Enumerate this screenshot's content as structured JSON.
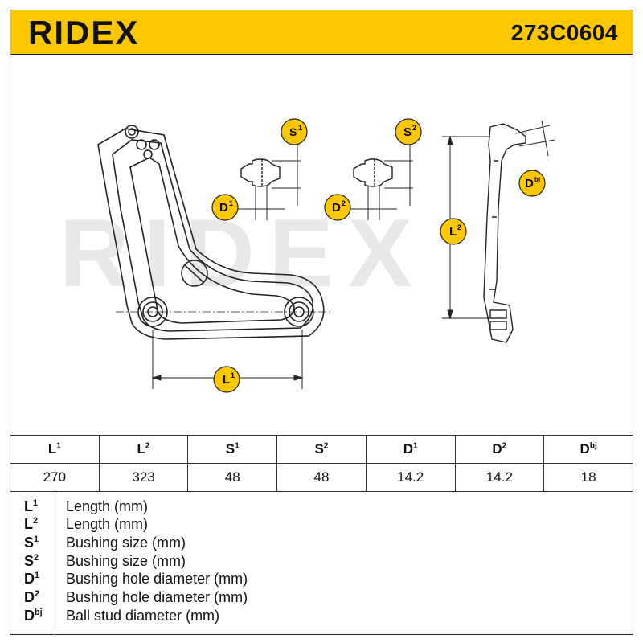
{
  "header": {
    "brand": "RIDEX",
    "part_number": "273C0604"
  },
  "watermark": "RIDEX",
  "diagram_labels": {
    "s1": {
      "base": "S",
      "sup": "1"
    },
    "s2": {
      "base": "S",
      "sup": "2"
    },
    "d1": {
      "base": "D",
      "sup": "1"
    },
    "d2": {
      "base": "D",
      "sup": "2"
    },
    "l1": {
      "base": "L",
      "sup": "1"
    },
    "l2": {
      "base": "L",
      "sup": "2"
    },
    "dbj": {
      "base": "D",
      "sup": "bj"
    }
  },
  "dimensions": {
    "columns": [
      {
        "base": "L",
        "sup": "1",
        "value": "270"
      },
      {
        "base": "L",
        "sup": "2",
        "value": "323"
      },
      {
        "base": "S",
        "sup": "1",
        "value": "48"
      },
      {
        "base": "S",
        "sup": "2",
        "value": "48"
      },
      {
        "base": "D",
        "sup": "1",
        "value": "14.2"
      },
      {
        "base": "D",
        "sup": "2",
        "value": "14.2"
      },
      {
        "base": "D",
        "sup": "bj",
        "value": "18"
      }
    ]
  },
  "legend": [
    {
      "base": "L",
      "sup": "1",
      "desc": "Length (mm)"
    },
    {
      "base": "L",
      "sup": "2",
      "desc": "Length (mm)"
    },
    {
      "base": "S",
      "sup": "1",
      "desc": "Bushing size (mm)"
    },
    {
      "base": "S",
      "sup": "2",
      "desc": "Bushing size (mm)"
    },
    {
      "base": "D",
      "sup": "1",
      "desc": "Bushing hole diameter (mm)"
    },
    {
      "base": "D",
      "sup": "2",
      "desc": "Bushing hole diameter (mm)"
    },
    {
      "base": "D",
      "sup": "bj",
      "desc": "Ball stud diameter (mm)"
    }
  ],
  "colors": {
    "brand_yellow": "#fbc800",
    "watermark_gray": "#e6e6e6",
    "line": "#222222"
  }
}
